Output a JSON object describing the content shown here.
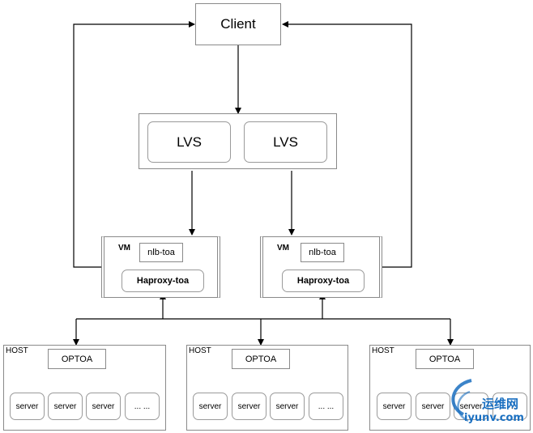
{
  "client_label": "Client",
  "lvs_labels": [
    "LVS",
    "LVS"
  ],
  "vms": [
    {
      "vm_label": "VM",
      "module_label": "nlb-toa",
      "proxy_label": "Haproxy-toa"
    },
    {
      "vm_label": "VM",
      "module_label": "nlb-toa",
      "proxy_label": "Haproxy-toa"
    }
  ],
  "hosts": [
    {
      "host_label": "HOST",
      "optoa_label": "OPTOA",
      "servers": [
        "server",
        "server",
        "server",
        "... ..."
      ]
    },
    {
      "host_label": "HOST",
      "optoa_label": "OPTOA",
      "servers": [
        "server",
        "server",
        "server",
        "... ..."
      ]
    },
    {
      "host_label": "HOST",
      "optoa_label": "OPTOA",
      "servers": [
        "server",
        "server",
        "server",
        "... ..."
      ]
    }
  ],
  "watermark": {
    "top": "运维网",
    "bottom": "iyunv.com"
  },
  "colors": {
    "line": "#000000",
    "border": "#8a8a8a",
    "watermark": "#1a6fc0"
  }
}
